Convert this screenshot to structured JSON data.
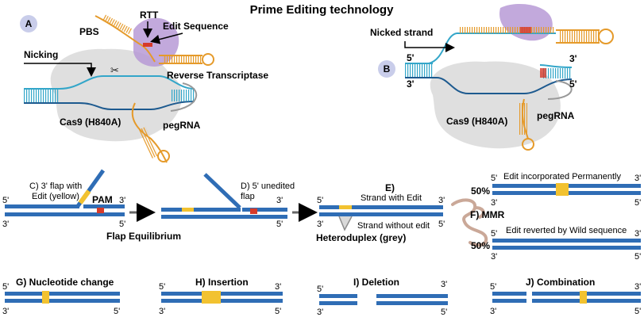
{
  "title": "Prime Editing technology",
  "panelA": {
    "badge": "A",
    "pbs": "PBS",
    "rtt": "RTT",
    "edit_sequence": "Edit Sequence",
    "nicking": "Nicking",
    "reverse_transcriptase": "Reverse Transcriptase",
    "cas9": "Cas9 (H840A)",
    "pegrna": "pegRNA"
  },
  "panelB": {
    "badge": "B",
    "nicked_strand": "Nicked strand",
    "five_prime_left": "5'",
    "three_prime_left": "3'",
    "three_prime_right": "3'",
    "five_prime_right": "5'",
    "cas9": "Cas9 (H840A)",
    "pegrna": "pegRNA"
  },
  "panelC": {
    "label_line1": "C) 3' flap with",
    "label_line2": "Edit (yellow)",
    "pam": "PAM",
    "tl": "5'",
    "tr": "3'",
    "bl": "3'",
    "br": "5'"
  },
  "flap_equilibrium": "Flap Equilibrium",
  "panelD": {
    "label_line1": "D) 5' unedited",
    "label_line2": "flap",
    "tr": "3'",
    "br": "5'"
  },
  "panelE": {
    "label": "E)",
    "strand_with_edit": "Strand with Edit",
    "strand_without_edit": "Strand without edit",
    "heteroduplex": "Heteroduplex (grey)",
    "tl": "5'",
    "tr": "3'",
    "bl": "3'",
    "br": "5'"
  },
  "panelF": {
    "mmr": "F) MMR",
    "incorporated": "Edit incorporated Permanently",
    "reverted": "Edit reverted by Wild sequence",
    "pct_top": "50%",
    "pct_bottom": "50%",
    "tl": "5'",
    "tr": "3'",
    "bl": "3'",
    "br": "5'",
    "tl2": "5'",
    "tr2": "3'",
    "bl2": "3'",
    "br2": "5'"
  },
  "panelG": {
    "label": "G) Nucleotide change",
    "tl": "5'",
    "bl": "3'",
    "br": "5'"
  },
  "panelH": {
    "label": "H) Insertion",
    "tl": "5'",
    "tr": "3'",
    "bl": "3'",
    "br": "5'"
  },
  "panelI": {
    "label": "I) Deletion",
    "tl": "5'",
    "tr": "3'",
    "bl": "3'",
    "br": "5'"
  },
  "panelJ": {
    "label": "J) Combination",
    "tl": "5'",
    "tr": "3'",
    "bl": "3'",
    "br": "5'"
  },
  "colors": {
    "dna": "#2f6db5",
    "rna": "#e59a2a",
    "edit": "#f2c230",
    "pam": "#d63a2a",
    "cas9": "#d9d9d9",
    "rt": "#b79ad6",
    "badge": "#c9cdea",
    "arrow": "#666666"
  }
}
